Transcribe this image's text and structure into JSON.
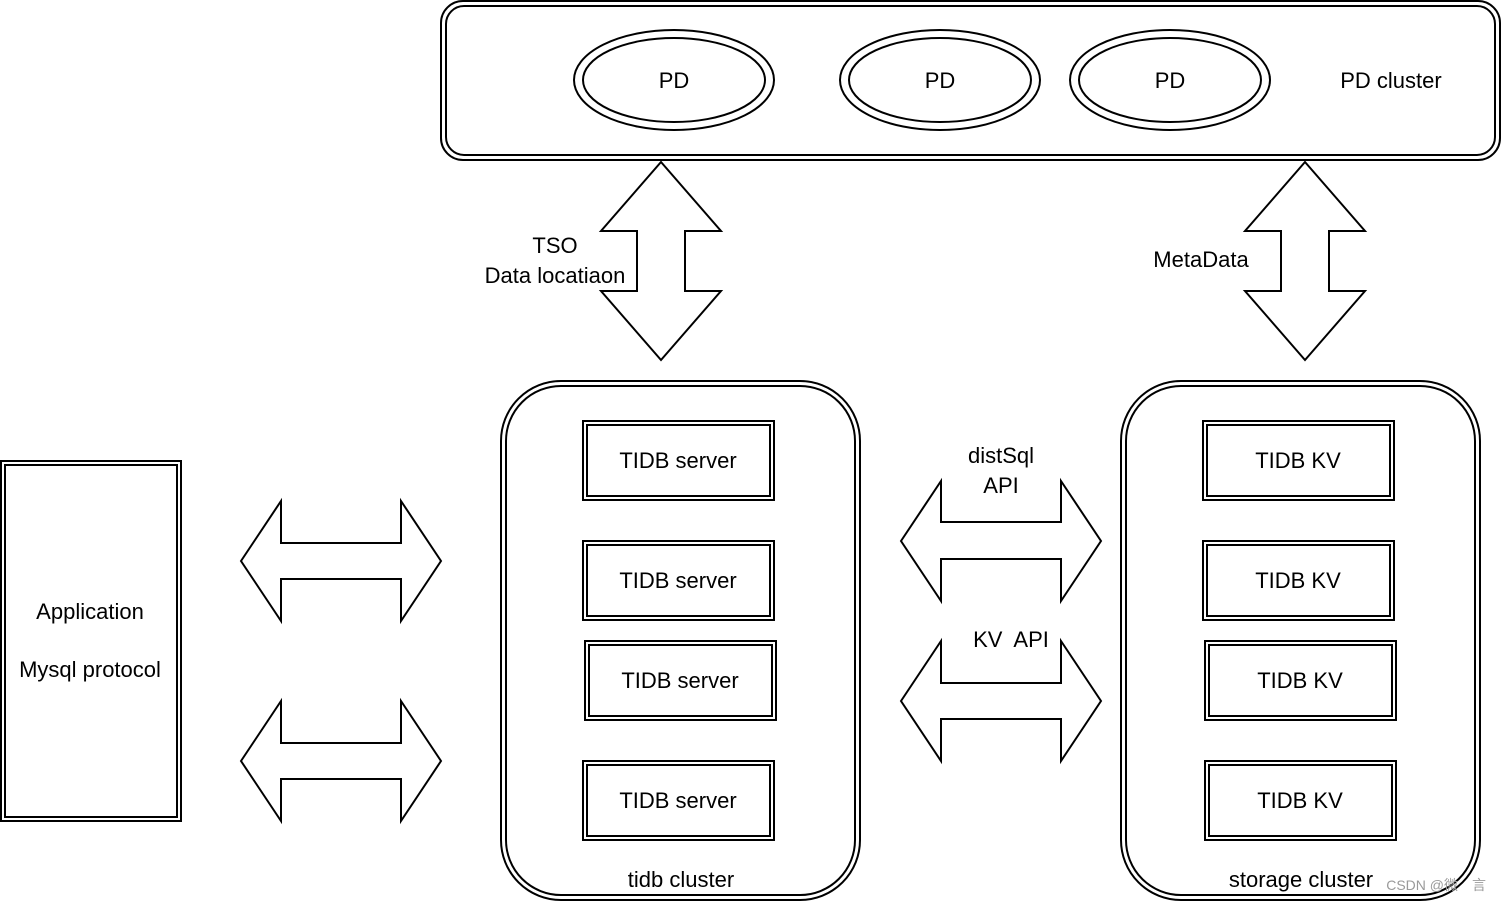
{
  "pd_cluster": {
    "label": "PD cluster",
    "nodes": [
      "PD",
      "PD",
      "PD"
    ]
  },
  "tidb_cluster": {
    "label": "tidb cluster",
    "servers": [
      "TIDB server",
      "TIDB server",
      "TIDB server",
      "TIDB server"
    ]
  },
  "storage_cluster": {
    "label": "storage cluster",
    "nodes": [
      "TIDB KV",
      "TIDB KV",
      "TIDB KV",
      "TIDB KV"
    ]
  },
  "application": {
    "line1": "Application",
    "line2": "Mysql protocol"
  },
  "arrows": {
    "tso_line1": "TSO",
    "tso_line2": "Data locatiaon",
    "metadata": "MetaData",
    "distsql_line1": "distSql",
    "distsql_line2": "API",
    "kv_api": "KV  API"
  },
  "watermark": "CSDN @微　言"
}
